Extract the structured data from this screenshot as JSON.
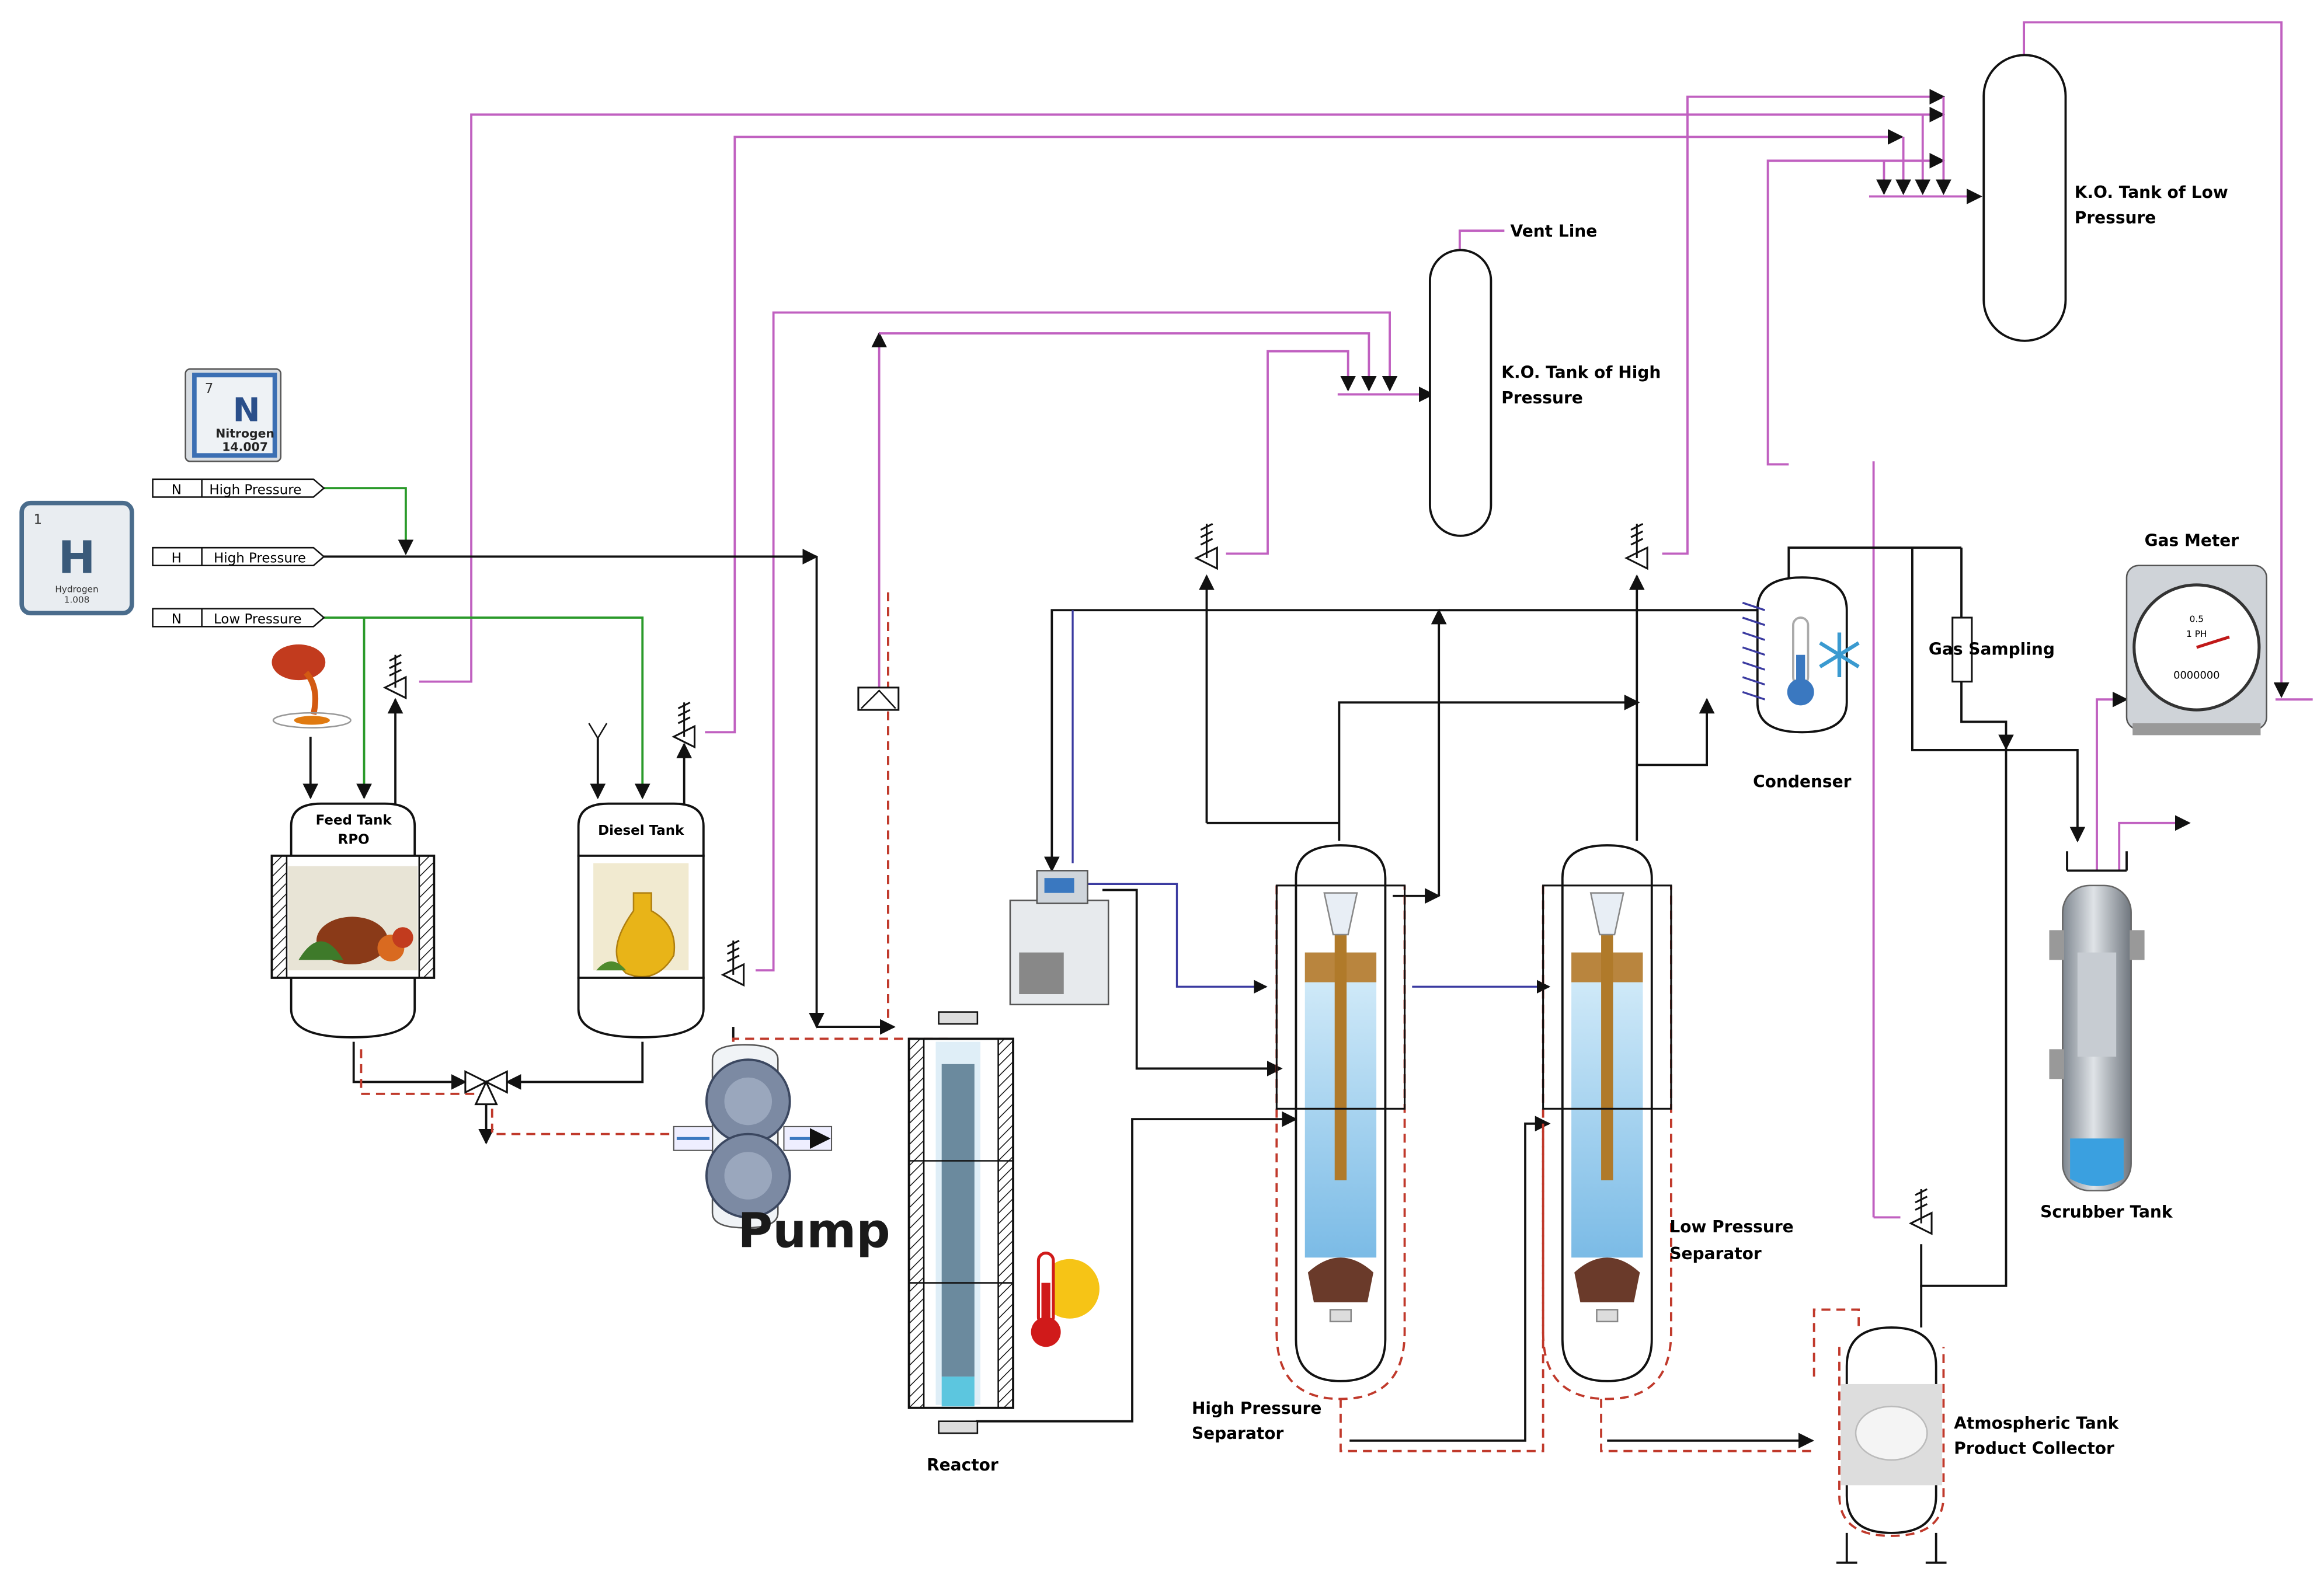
{
  "colors": {
    "gas_line": "#c060c0",
    "nitrogen_line": "#2a9a2a",
    "process_line": "#111111",
    "coolant_line": "#3a3aa0",
    "heating_trace": "#c0392b",
    "liquid": "#a9d5f0"
  },
  "elements": {
    "nitrogen": {
      "number": "7",
      "symbol": "N",
      "name": "Nitrogen",
      "mass": "14.007"
    },
    "hydrogen": {
      "number": "1",
      "symbol": "H",
      "name": "Hydrogen",
      "mass": "1.008"
    }
  },
  "inlets": [
    {
      "gas": "N",
      "label": "High Pressure"
    },
    {
      "gas": "H",
      "label": "High Pressure"
    },
    {
      "gas": "N",
      "label": "Low Pressure"
    }
  ],
  "labels": {
    "feed_tank_line1": "Feed Tank",
    "feed_tank_line2": "RPO",
    "diesel_tank": "Diesel Tank",
    "pump": "Pump",
    "reactor": "Reactor",
    "hps_line1": "High Pressure",
    "hps_line2": "Separator",
    "lps_line1": "Low Pressure",
    "lps_line2": "Separator",
    "condenser": "Condenser",
    "gas_sampling": "Gas Sampling",
    "gas_meter": "Gas Meter",
    "scrubber": "Scrubber Tank",
    "atm_line1": "Atmospheric Tank",
    "atm_line2": "Product Collector",
    "ko_high_line1": "K.O. Tank of High",
    "ko_high_line2": "Pressure",
    "ko_low_line1": "K.O. Tank of Low",
    "ko_low_line2": "Pressure",
    "vent_line": "Vent Line"
  },
  "gas_meter_dial": {
    "top": "0.5",
    "mid": "1 PH",
    "bottom": "0000000"
  }
}
